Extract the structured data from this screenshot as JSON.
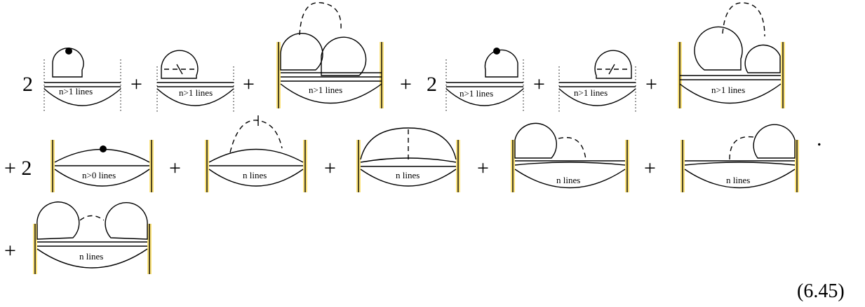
{
  "equation_number": "(6.45)",
  "row1": {
    "coef1": "2",
    "plus1": "+",
    "plus2": "+",
    "plus3": "+",
    "coef2": "2",
    "plus4": "+",
    "plus5": "+",
    "labels": [
      "n>1 lines",
      "n>1 lines",
      "n>1 lines",
      "n>1 lines",
      "n>1 lines",
      "n>1 lines"
    ]
  },
  "row2": {
    "plus_coef": "+ 2",
    "plus1": "+",
    "plus2": "+",
    "plus3": "+",
    "plus4": "+",
    "period": ".",
    "labels": [
      "n>0 lines",
      "n lines",
      "n lines",
      "n lines",
      "n lines"
    ]
  },
  "row3": {
    "plus": "+",
    "labels": [
      "n lines"
    ]
  },
  "colors": {
    "boundary_band": "#fbe27a",
    "line": "#000000"
  }
}
